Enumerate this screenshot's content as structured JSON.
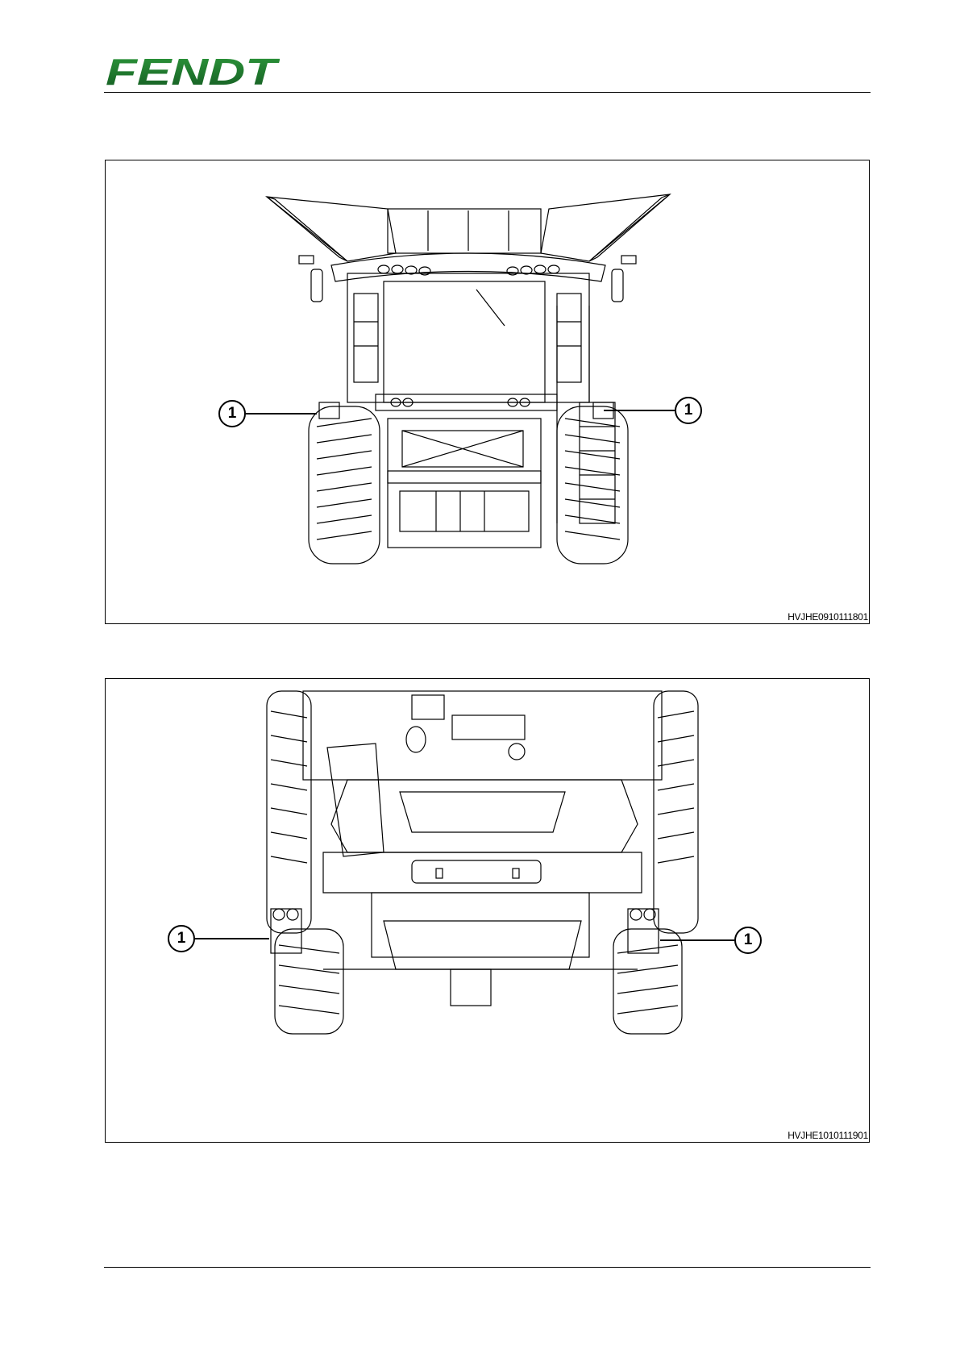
{
  "header": {
    "logo_text": "FENDT",
    "brand_color": "#1f7a31"
  },
  "figures": [
    {
      "code": "HVJHE0910111801",
      "subject": "combine-front-view",
      "callout_left": "1",
      "callout_right": "1"
    },
    {
      "code": "HVJHE1010111901",
      "subject": "combine-rear-view",
      "callout_left": "1",
      "callout_right": "1"
    }
  ]
}
